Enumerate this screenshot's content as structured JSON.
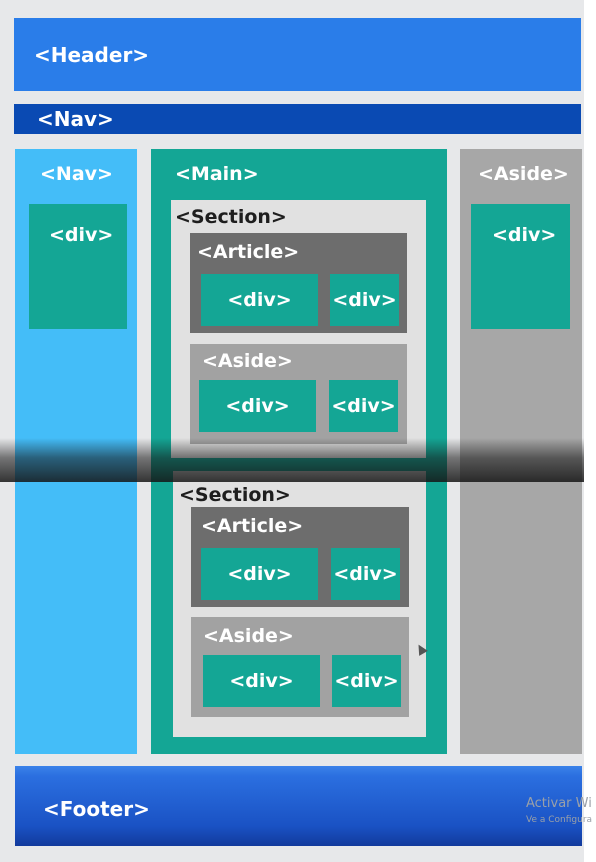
{
  "header": {
    "label": "<Header>"
  },
  "nav_top": {
    "label": "<Nav>"
  },
  "nav_side": {
    "label": "<Nav>",
    "div_label": "<div>"
  },
  "main": {
    "label": "<Main>",
    "sections": [
      {
        "label": "<Section>",
        "article": {
          "label": "<Article>",
          "div_a": "<div>",
          "div_b": "<div>"
        },
        "aside": {
          "label": "<Aside>",
          "div_a": "<div>",
          "div_b": "<div>"
        }
      },
      {
        "label": "<Section>",
        "article": {
          "label": "<Article>",
          "div_a": "<div>",
          "div_b": "<div>"
        },
        "aside": {
          "label": "<Aside>",
          "div_a": "<div>",
          "div_b": "<div>"
        }
      }
    ]
  },
  "aside_side": {
    "label": "<Aside>",
    "div_label": "<div>"
  },
  "footer": {
    "label": "<Footer>"
  },
  "watermark": {
    "line1": "Activar Wi",
    "line2": "Ve a Configura"
  },
  "colors": {
    "header_blue": "#2a7de9",
    "nav_dark_blue": "#0a4ab3",
    "nav_light_blue": "#44bdf8",
    "teal": "#14a695",
    "gray_aside": "#a7a7a7",
    "section_bg": "#e1e1e1",
    "article_bg": "#6d6d6d"
  }
}
